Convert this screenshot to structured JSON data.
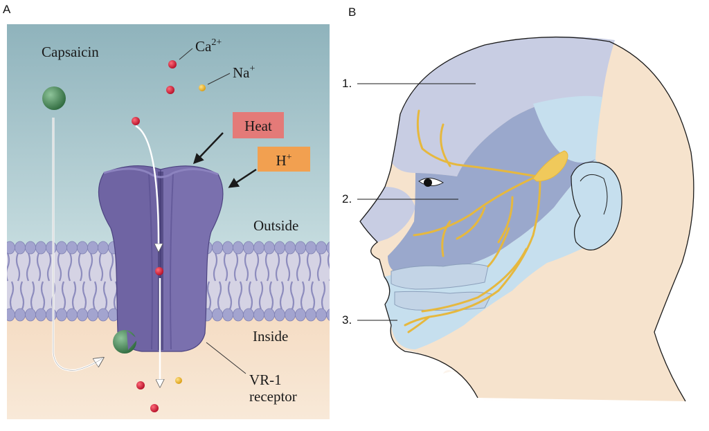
{
  "panel_a": {
    "letter": "A",
    "capsaicin_label": "Capsaicin",
    "calcium_base": "Ca",
    "calcium_charge": "2+",
    "sodium_base": "Na",
    "sodium_charge": "+",
    "heat_label": "Heat",
    "proton_base": "H",
    "proton_charge": "+",
    "outside_label": "Outside",
    "inside_label": "Inside",
    "receptor_line1": "VR-1",
    "receptor_line2": "receptor",
    "colors": {
      "extracellular": "#8fb3bc",
      "intracellular": "#f2d9bf",
      "membrane": "#9fa0c9",
      "channel": "#6f64a3",
      "capsaicin": "#3f7d4d",
      "calcium": "#c8102e",
      "sodium": "#f1b51c",
      "heat_box": "#e47a78",
      "proton_box": "#f2a050"
    }
  },
  "panel_b": {
    "letter": "B",
    "label_1": "1.",
    "label_2": "2.",
    "label_3": "3.",
    "colors": {
      "skin": "#f6e3cd",
      "region_1": "#c8cde3",
      "region_2": "#9aa8cc",
      "region_3": "#c6dfee",
      "nerve": "#f0c95b"
    }
  }
}
